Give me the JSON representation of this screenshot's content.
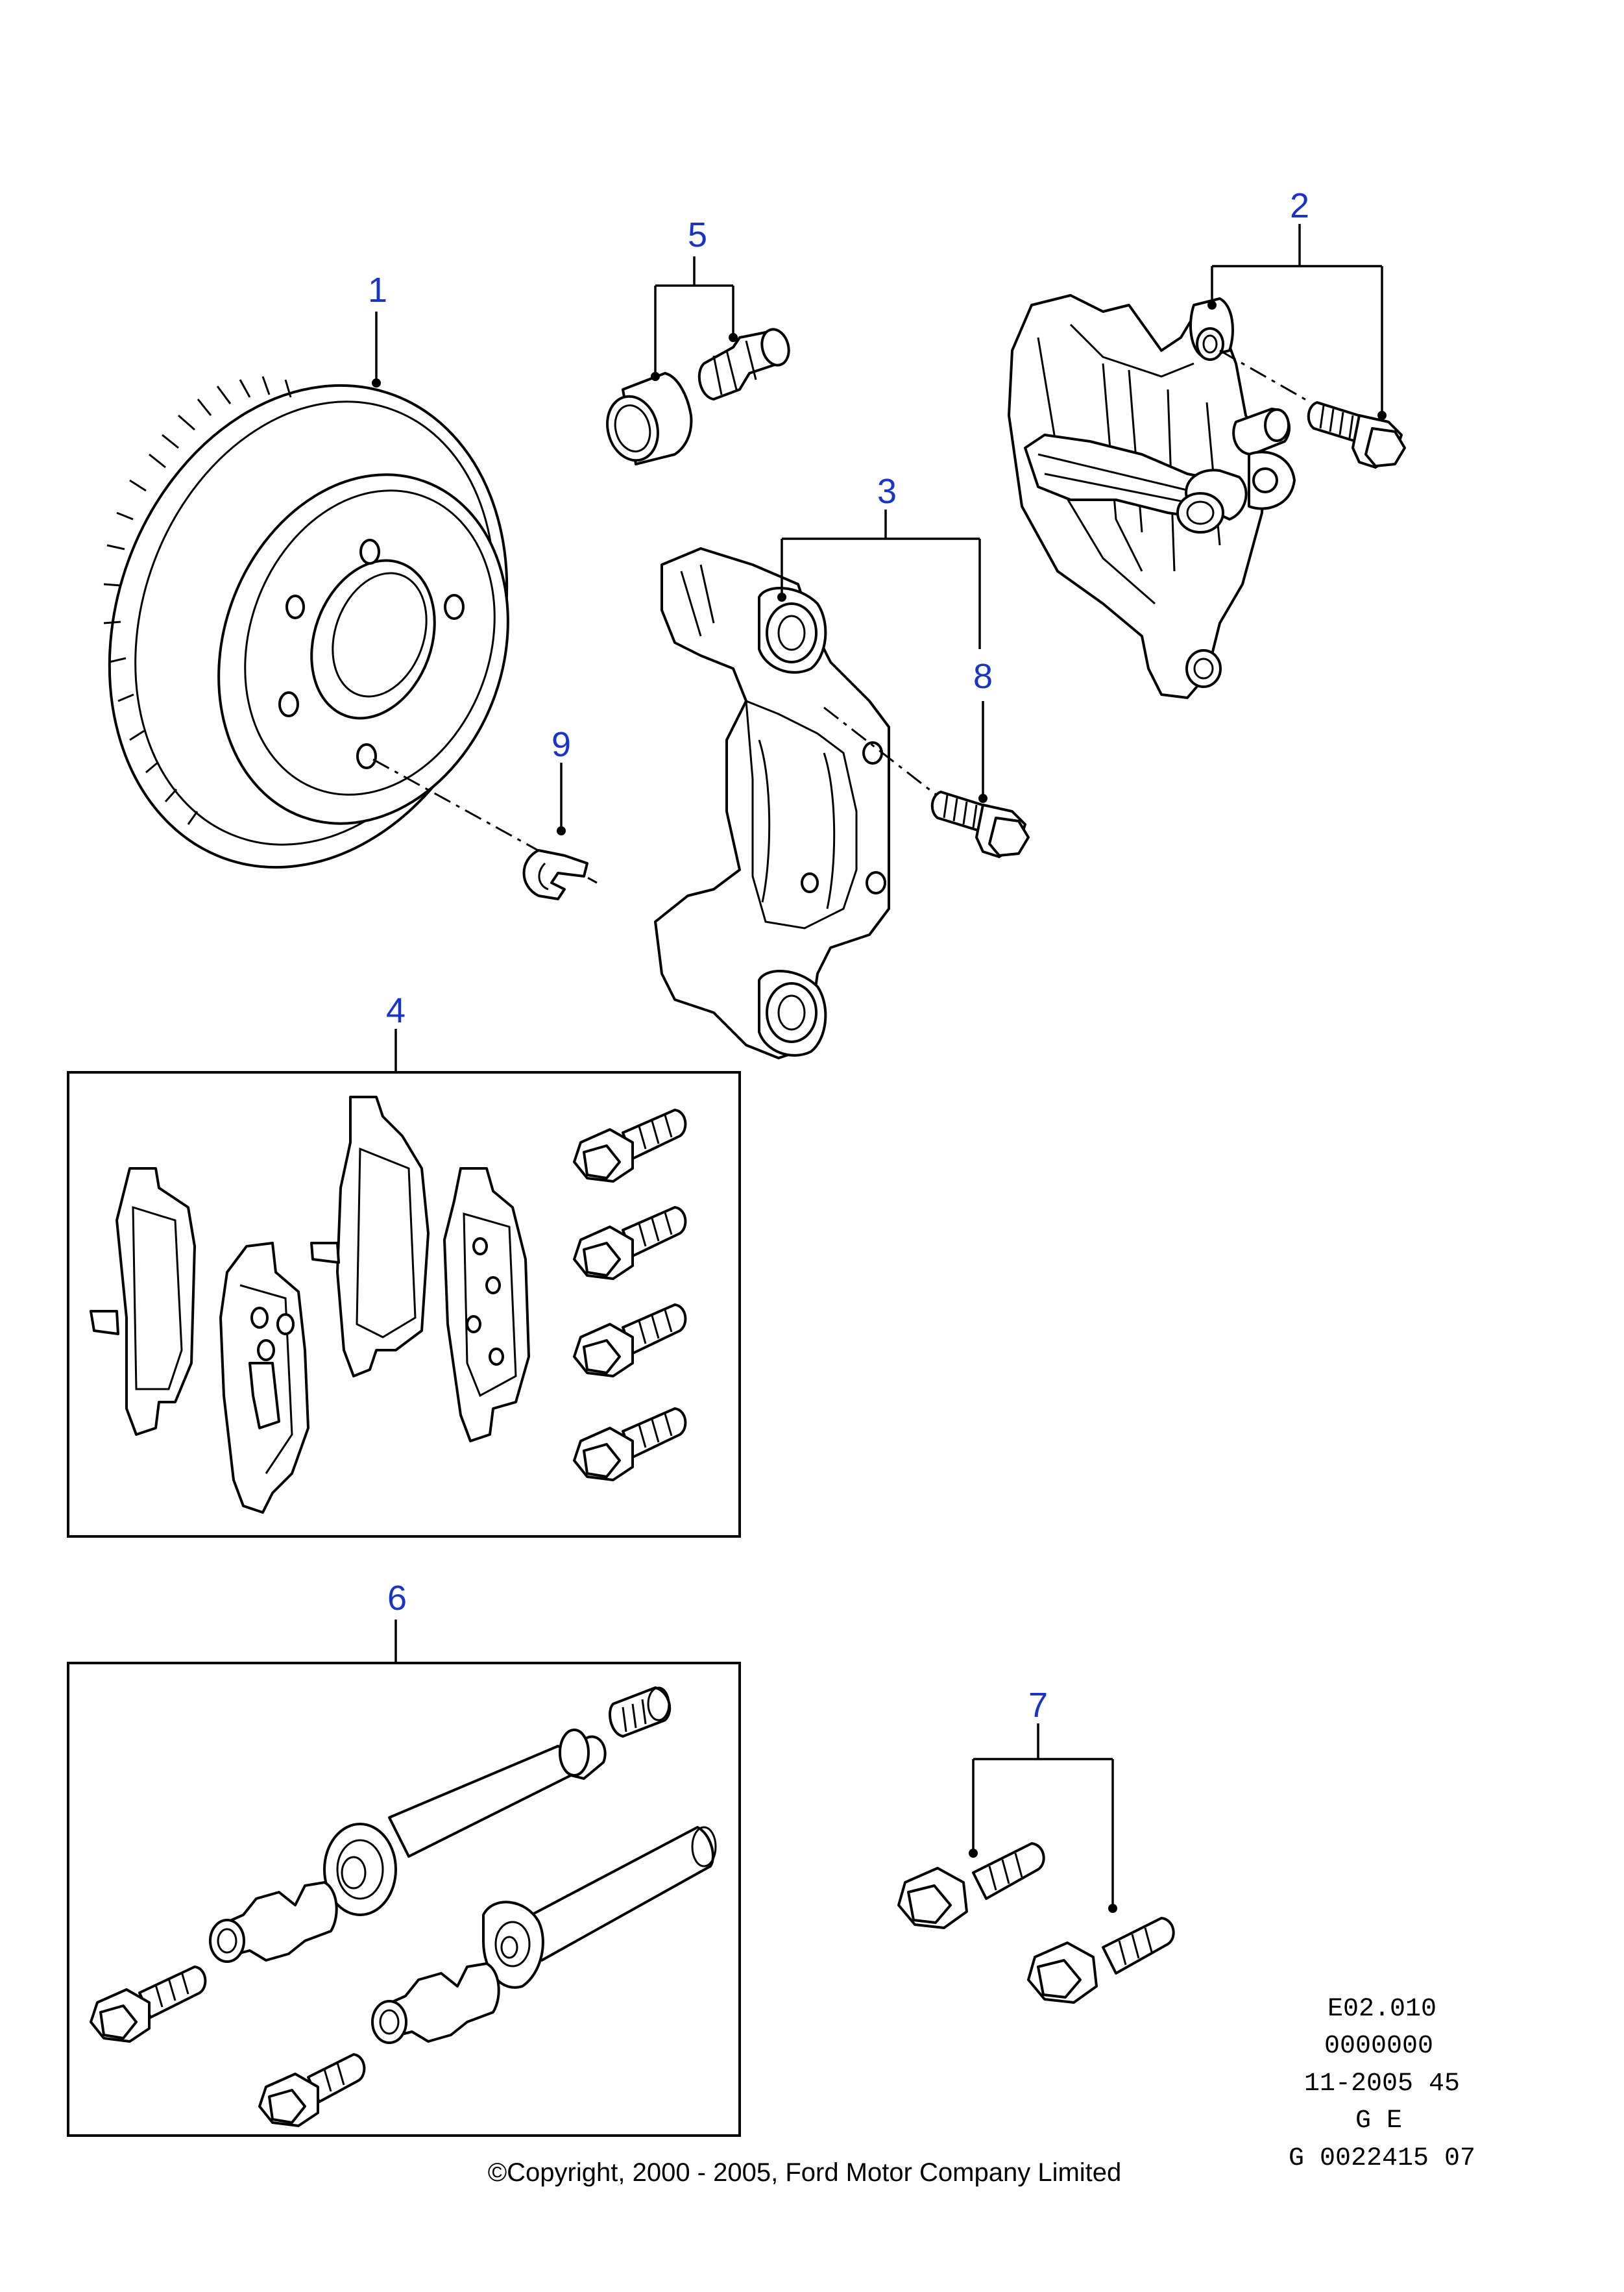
{
  "callouts": {
    "c1": "1",
    "c2": "2",
    "c3": "3",
    "c4": "4",
    "c5": "5",
    "c6": "6",
    "c7": "7",
    "c8": "8",
    "c9": "9"
  },
  "code_block": {
    "line1": "E02.010",
    "line2": "0000000",
    "line3": "11-2005 45",
    "line4": "G E",
    "line5": "G 0022415 07"
  },
  "copyright": "©Copyright, 2000 - 2005, Ford Motor Company Limited",
  "colors": {
    "callout": "#1a34c9",
    "line": "#000000",
    "background": "#ffffff"
  }
}
